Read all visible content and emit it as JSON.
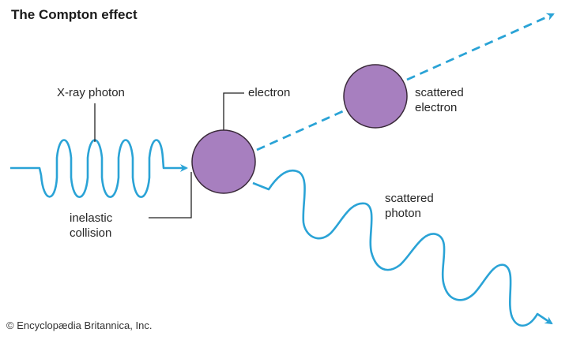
{
  "title": "The Compton effect",
  "labels": {
    "xray_photon": "X-ray photon",
    "electron": "electron",
    "scattered_electron_line1": "scattered",
    "scattered_electron_line2": "electron",
    "scattered_photon_line1": "scattered",
    "scattered_photon_line2": "photon",
    "inelastic_line1": "inelastic",
    "inelastic_line2": "collision"
  },
  "credit": "© Encyclopædia Britannica, Inc.",
  "colors": {
    "photon": "#2aa3d6",
    "electron_fill": "#a77fbf",
    "electron_stroke": "#3a2a3a",
    "leader_line": "#222222"
  }
}
